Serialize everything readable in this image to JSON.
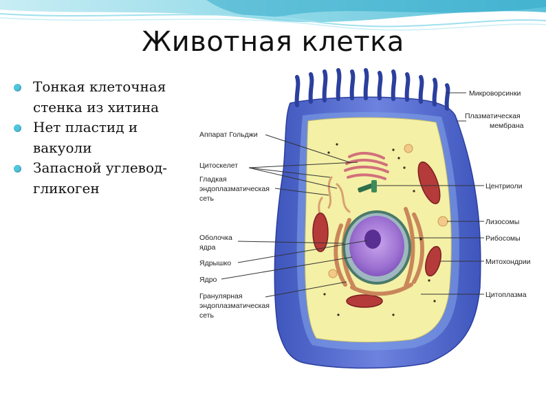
{
  "slide": {
    "title": "Животная клетка",
    "bullets": [
      "Тонкая клеточная стенка из хитина",
      "Нет пластид и вакуоли",
      "Запасной углевод-гликоген"
    ]
  },
  "diagram": {
    "labels": {
      "microvilli": "Микроворсинки",
      "plasma_membrane_1": "Плазматическая",
      "plasma_membrane_2": "мембрана",
      "golgi": "Аппарат Гольджи",
      "cytoskeleton": "Цитоскелет",
      "smooth_er_1": "Гладкая",
      "smooth_er_2": "эндоплазматическая",
      "smooth_er_3": "сеть",
      "centrioles": "Центриоли",
      "lysosomes": "Лизосомы",
      "nuclear_envelope_1": "Оболочка",
      "nuclear_envelope_2": "ядра",
      "ribosomes": "Рибосомы",
      "nucleolus": "Ядрышко",
      "mitochondria": "Митохондрии",
      "nucleus": "Ядро",
      "rough_er_1": "Гранулярная",
      "rough_er_2": "эндоплазматическая",
      "rough_er_3": "сеть",
      "cytoplasm": "Цитоплазма"
    }
  },
  "colors": {
    "accent_teal": "#4fc6de",
    "cell_wall_blue": "#4a63c8",
    "cytoplasm_yellow": "#f4f0a6",
    "nucleus_purple": "#9b6fd0",
    "mitochondria_red": "#b53a3a"
  }
}
